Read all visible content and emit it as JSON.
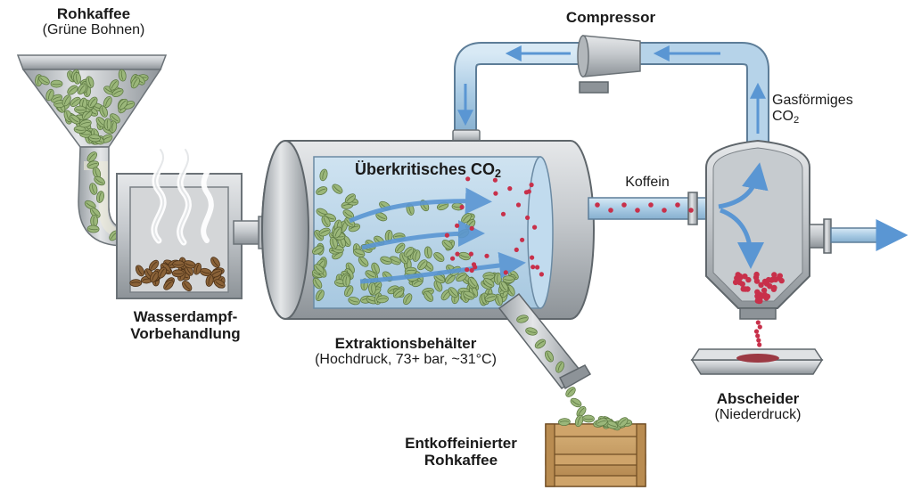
{
  "labels": {
    "raw_coffee": {
      "title": "Rohkaffee",
      "subtitle": "(Grüne Bohnen)"
    },
    "steam": {
      "line1": "Wasserdampf-",
      "line2": "Vorbehandlung"
    },
    "compressor": "Compressor",
    "supercritical": {
      "text": "Überkritisches CO",
      "sub": "2"
    },
    "caffeine": "Koffein",
    "gas": {
      "line1": "Gasförmiges",
      "line2": "CO",
      "sub": "2"
    },
    "extraction": {
      "title": "Extraktionsbehälter",
      "subtitle": "(Hochdruck, 73+ bar, ~31°C)"
    },
    "separator": {
      "title": "Abscheider",
      "subtitle": "(Niederdruck)"
    },
    "decaf": {
      "line1": "Entkoffeinierter",
      "line2": "Rohkaffee"
    }
  },
  "colors": {
    "pipe": "#a9cbe4",
    "pipe_edge": "#5d7d98",
    "arrow": "#5a96d3",
    "metal": "#c9cdd1",
    "green_bean": "#9bb77a",
    "roasted_bean": "#8a6238",
    "caffeine_dot": "#c8304a",
    "crate": "#c79a5c"
  }
}
